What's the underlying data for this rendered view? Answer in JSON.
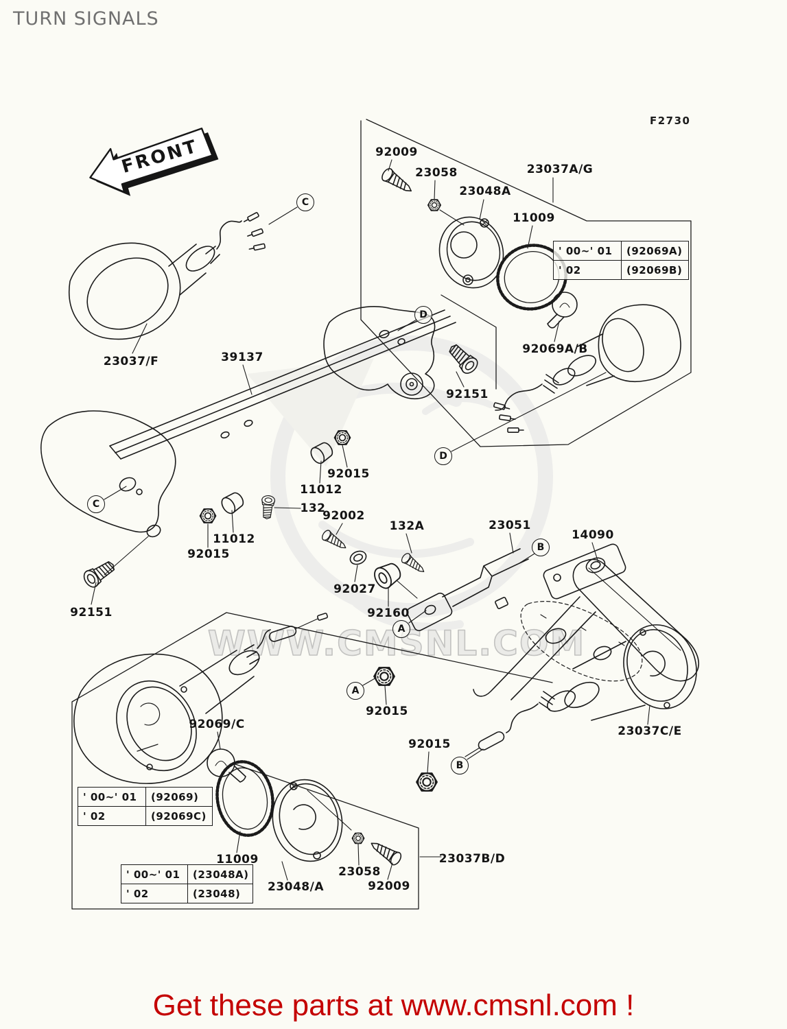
{
  "header": {
    "title": "TURN SIGNALS",
    "figure_code": "F2730"
  },
  "front_marker": "FRONT",
  "watermark": "WWW.CMSNL.COM",
  "banner": {
    "text": "Get these parts at www.cmsnl.com !"
  },
  "colors": {
    "line": "#1b1b1b",
    "title_gray": "#707070",
    "banner_red": "#c40000",
    "watermark_gray": "#c9c9c9",
    "background": "#fbfbf5"
  },
  "part_labels": [
    {
      "text": "92009"
    },
    {
      "text": "23058"
    },
    {
      "text": "23048A"
    },
    {
      "text": "23037A/G"
    },
    {
      "text": "11009"
    },
    {
      "text": "92069A/B"
    },
    {
      "text": "92151"
    },
    {
      "text": "23037/F"
    },
    {
      "text": "39137"
    },
    {
      "text": "92015"
    },
    {
      "text": "11012"
    },
    {
      "text": "132"
    },
    {
      "text": "92002"
    },
    {
      "text": "11012"
    },
    {
      "text": "92015"
    },
    {
      "text": "92151"
    },
    {
      "text": "92027"
    },
    {
      "text": "132A"
    },
    {
      "text": "23051"
    },
    {
      "text": "14090"
    },
    {
      "text": "92160"
    },
    {
      "text": "92015"
    },
    {
      "text": "92015"
    },
    {
      "text": "92069/C"
    },
    {
      "text": "23037C/E"
    },
    {
      "text": "11009"
    },
    {
      "text": "23048/A"
    },
    {
      "text": "23058"
    },
    {
      "text": "92009"
    },
    {
      "text": "23037B/D"
    }
  ],
  "callouts": [
    {
      "letter": "C"
    },
    {
      "letter": "D"
    },
    {
      "letter": "C"
    },
    {
      "letter": "D"
    },
    {
      "letter": "B"
    },
    {
      "letter": "A"
    },
    {
      "letter": "A"
    },
    {
      "letter": "B"
    }
  ],
  "tables": [
    {
      "rows": [
        {
          "years": "' 00~' 01",
          "part": "(92069A)"
        },
        {
          "years": "' 02",
          "part": "(92069B)"
        }
      ]
    },
    {
      "rows": [
        {
          "years": "' 00~' 01",
          "part": "(92069)"
        },
        {
          "years": "' 02",
          "part": "(92069C)"
        }
      ]
    },
    {
      "rows": [
        {
          "years": "' 00~' 01",
          "part": "(23048A)"
        },
        {
          "years": "' 02",
          "part": "(23048)"
        }
      ]
    }
  ]
}
